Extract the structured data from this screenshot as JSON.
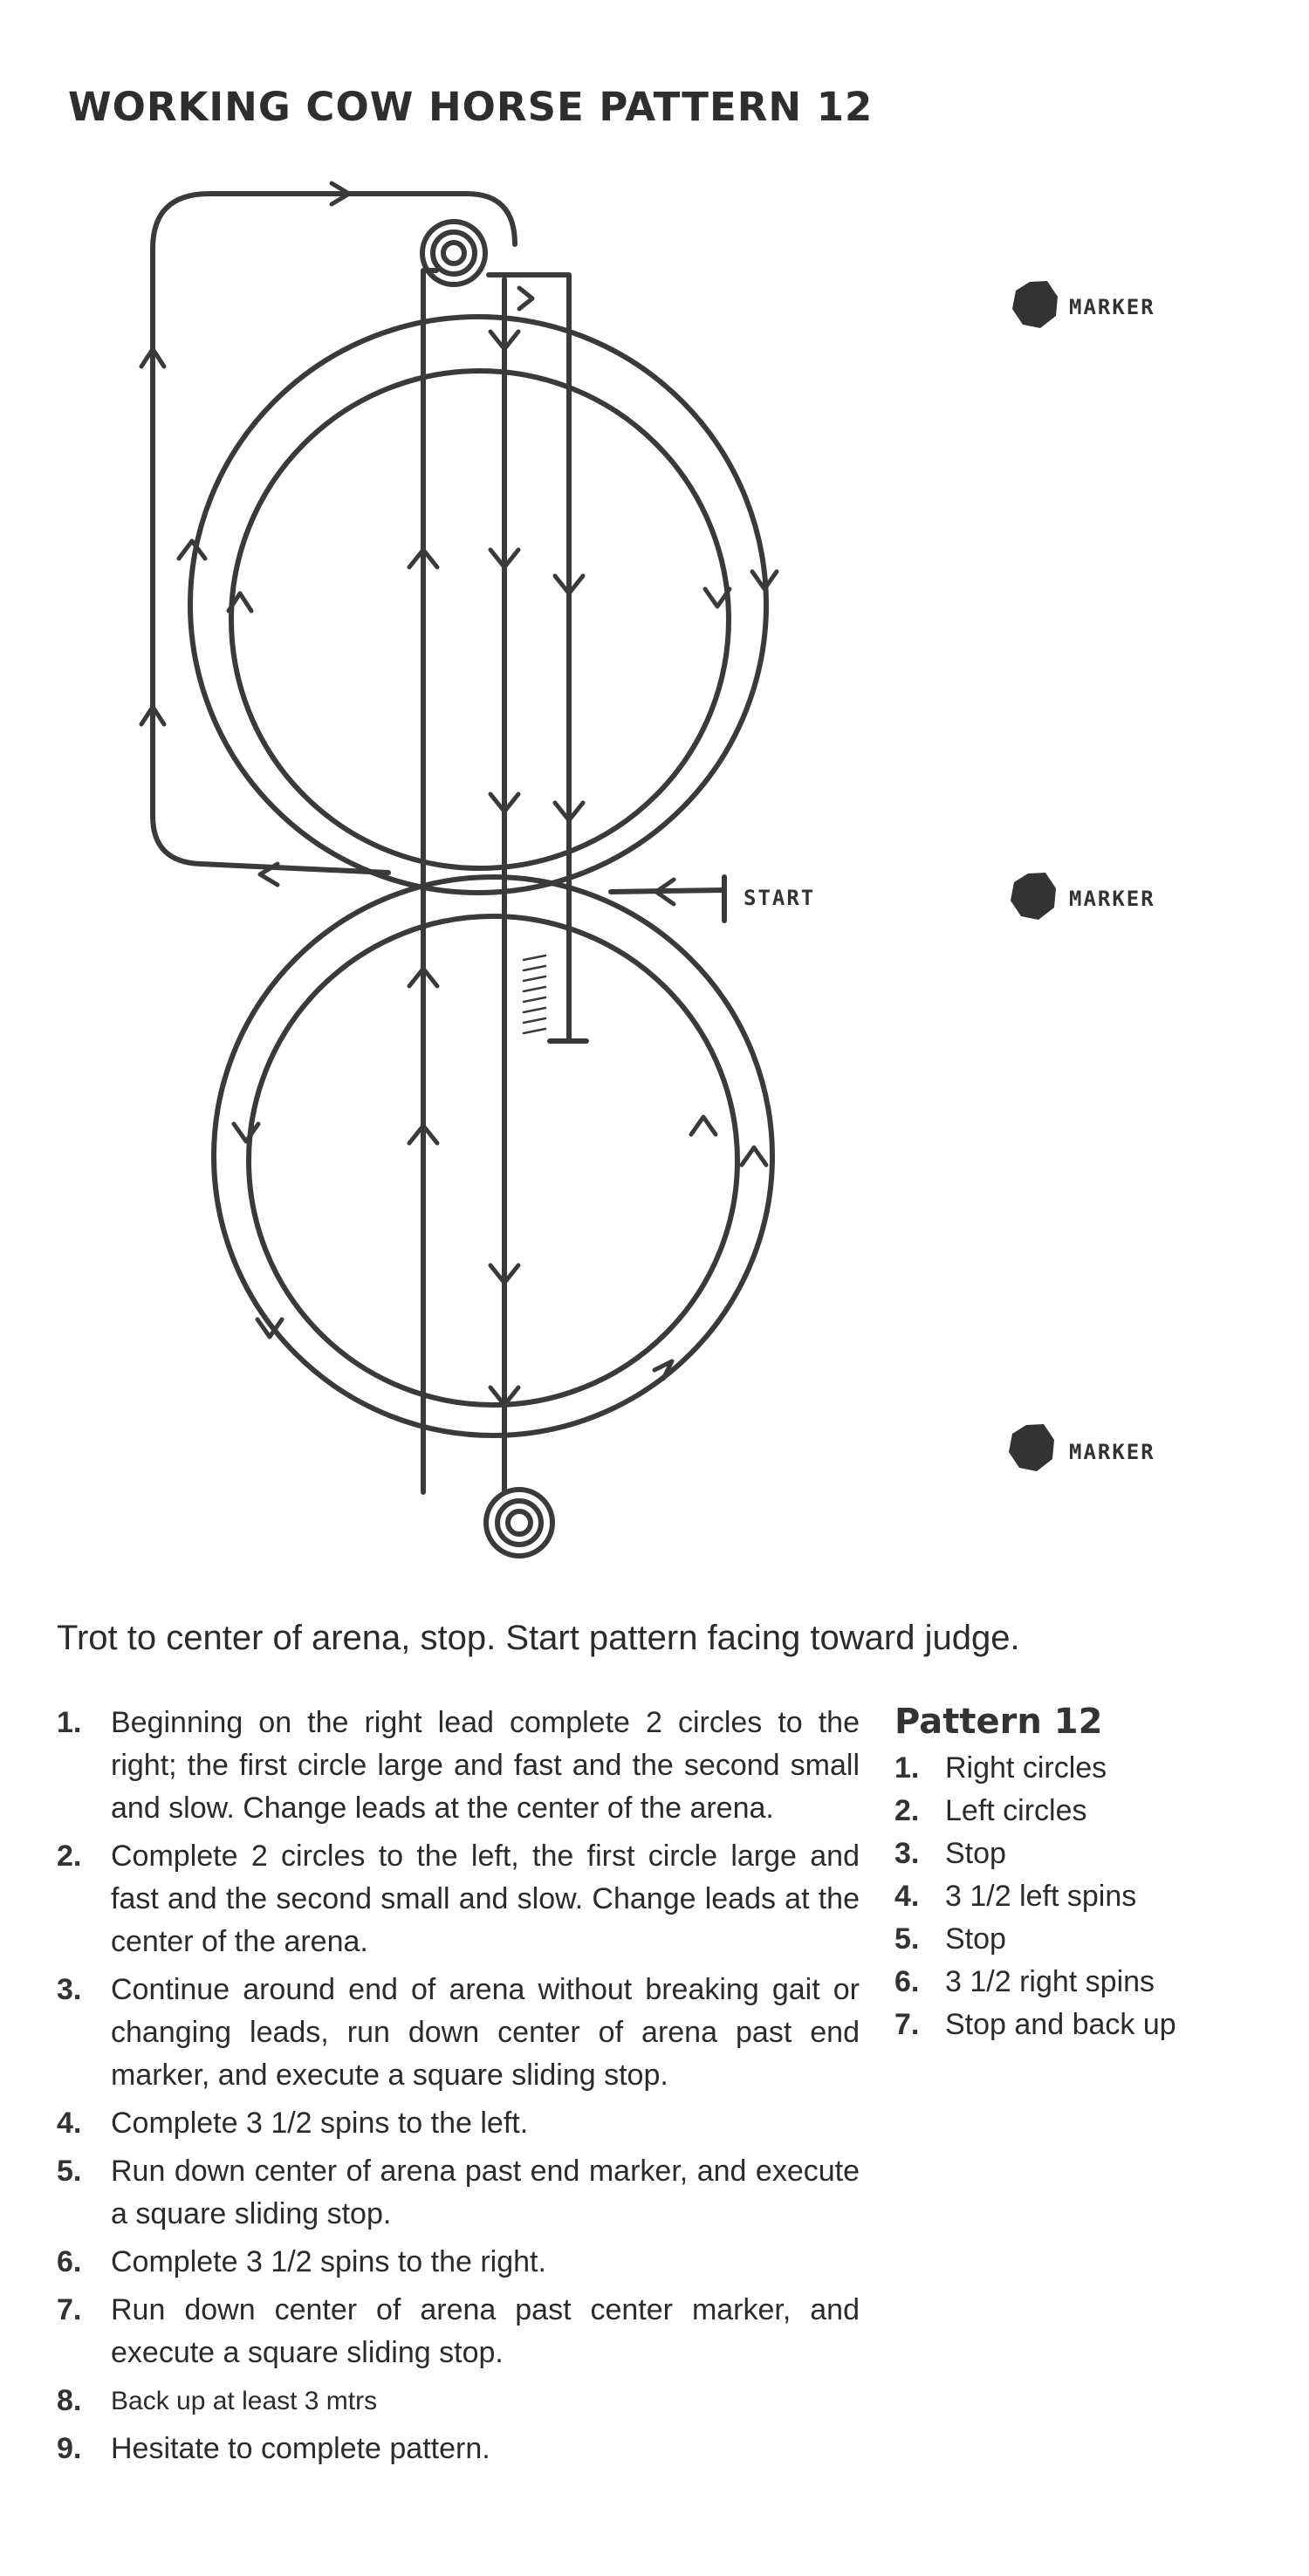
{
  "title": "WORKING COW HORSE PATTERN 12",
  "diagram": {
    "start_label": "START",
    "markers": [
      "MARKER",
      "MARKER",
      "MARKER"
    ]
  },
  "intro": "Trot to center of arena, stop. Start pattern facing toward judge.",
  "steps": [
    {
      "num": "1.",
      "text": "Beginning on the right lead complete 2 circles to the right; the first circle large and fast and the second small and slow. Change leads at the center of the arena."
    },
    {
      "num": "2.",
      "text": "Complete 2 circles to the left, the first circle large and fast and the second small and slow. Change leads at the center of the arena."
    },
    {
      "num": "3.",
      "text": "Continue around end of arena without breaking gait or changing leads, run down center of arena past end marker, and execute a square sliding stop."
    },
    {
      "num": "4.",
      "text": "Complete 3 1/2 spins to the left."
    },
    {
      "num": "5.",
      "text": "Run down center of arena past end marker, and execute a square sliding stop."
    },
    {
      "num": "6.",
      "text": "Complete 3 1/2 spins to the right."
    },
    {
      "num": "7.",
      "text": "Run down center of arena past center marker, and execute a square sliding stop."
    },
    {
      "num": "8.",
      "text": "Back up at least 3 mtrs"
    },
    {
      "num": "9.",
      "text": "Hesitate to complete pattern."
    }
  ],
  "summary": {
    "heading": "Pattern 12",
    "items": [
      {
        "num": "1.",
        "text": "Right circles"
      },
      {
        "num": "2.",
        "text": "Left circles"
      },
      {
        "num": "3.",
        "text": "Stop"
      },
      {
        "num": "4.",
        "text": "3 1/2 left spins"
      },
      {
        "num": "5.",
        "text": "Stop"
      },
      {
        "num": "6.",
        "text": "3 1/2 right spins"
      },
      {
        "num": "7.",
        "text": "Stop and back up"
      }
    ]
  }
}
